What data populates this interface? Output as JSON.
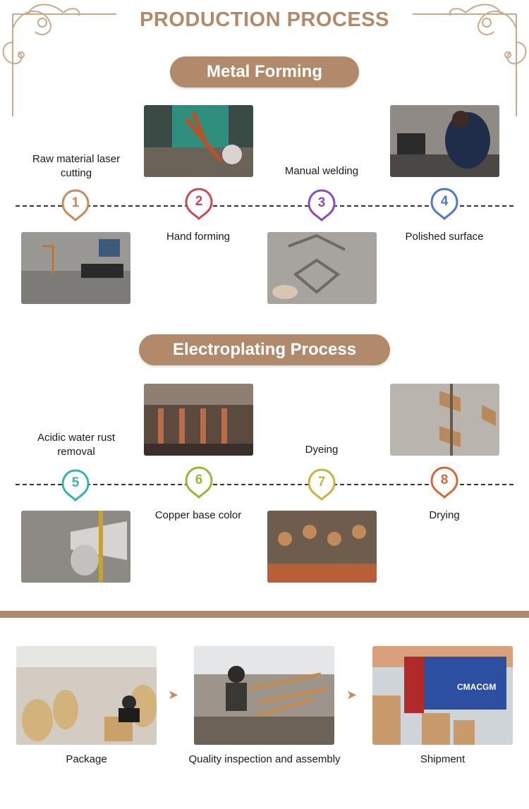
{
  "header": {
    "title": "PRODUCTION PROCESS"
  },
  "sections": {
    "metal": {
      "title": "Metal Forming",
      "steps": [
        {
          "num": "1",
          "label": "Raw material laser cutting",
          "color": "#c78a5f"
        },
        {
          "num": "2",
          "label": "Hand forming",
          "color": "#c94a55"
        },
        {
          "num": "3",
          "label": "Manual welding",
          "color": "#8d4bb5"
        },
        {
          "num": "4",
          "label": "Polished surface",
          "color": "#4f79c4"
        }
      ]
    },
    "plating": {
      "title": "Electroplating Process",
      "steps": [
        {
          "num": "5",
          "label": "Acidic water rust removal",
          "color": "#39b3a8"
        },
        {
          "num": "6",
          "label": "Copper base color",
          "color": "#93b83a"
        },
        {
          "num": "7",
          "label": "Dyeing",
          "color": "#c9b23d"
        },
        {
          "num": "8",
          "label": "Drying",
          "color": "#cf6a3d"
        }
      ]
    }
  },
  "final": {
    "items": [
      {
        "label": "Package"
      },
      {
        "label": "Quality inspection and assembly"
      },
      {
        "label": "Shipment"
      }
    ],
    "arrow": "➤",
    "container_text": "CMACGM"
  }
}
